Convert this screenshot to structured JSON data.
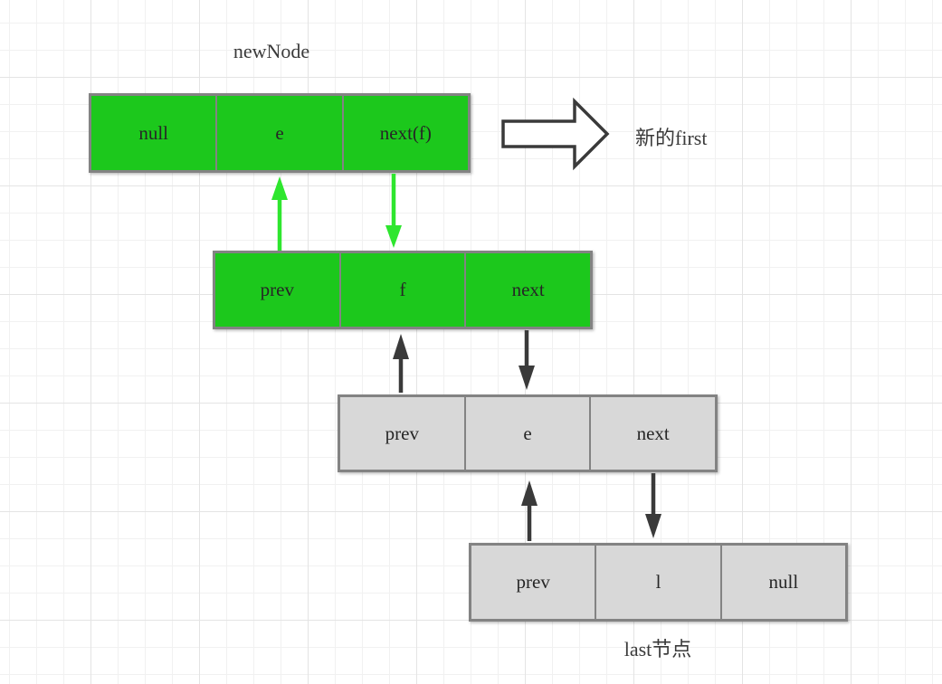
{
  "labels": {
    "new_node": "newNode",
    "new_first": "新的first",
    "last_node": "last节点"
  },
  "nodes": [
    {
      "name": "newNode",
      "color": "green",
      "cells": [
        "null",
        "e",
        "next(f)"
      ]
    },
    {
      "name": "first-node",
      "color": "green",
      "cells": [
        "prev",
        "f",
        "next"
      ]
    },
    {
      "name": "middle-node",
      "color": "gray",
      "cells": [
        "prev",
        "e",
        "next"
      ]
    },
    {
      "name": "last-node",
      "color": "gray",
      "cells": [
        "prev",
        "l",
        "null"
      ]
    }
  ],
  "arrows": [
    {
      "name": "f-prev-to-newnode",
      "color": "green",
      "direction": "up"
    },
    {
      "name": "newnode-next-to-f",
      "color": "green",
      "direction": "down"
    },
    {
      "name": "e-prev-to-f",
      "color": "dark",
      "direction": "up"
    },
    {
      "name": "f-next-to-e",
      "color": "dark",
      "direction": "down"
    },
    {
      "name": "last-prev-to-e",
      "color": "dark",
      "direction": "up"
    },
    {
      "name": "e-next-to-last",
      "color": "dark",
      "direction": "down"
    },
    {
      "name": "big-right-arrow",
      "color": "outline",
      "direction": "right"
    }
  ],
  "colors": {
    "green_node_fill": "#1cc81c",
    "green_arrow": "#2ee62e",
    "gray_node_fill": "#d8d8d8",
    "node_border": "#838383",
    "dark_arrow": "#3a3a3a",
    "text_color": "#262626",
    "label_color": "#3a3a3a",
    "grid_minor": "#f1f1f1",
    "grid_major": "#e4e4e4",
    "canvas_bg": "#ffffff"
  }
}
